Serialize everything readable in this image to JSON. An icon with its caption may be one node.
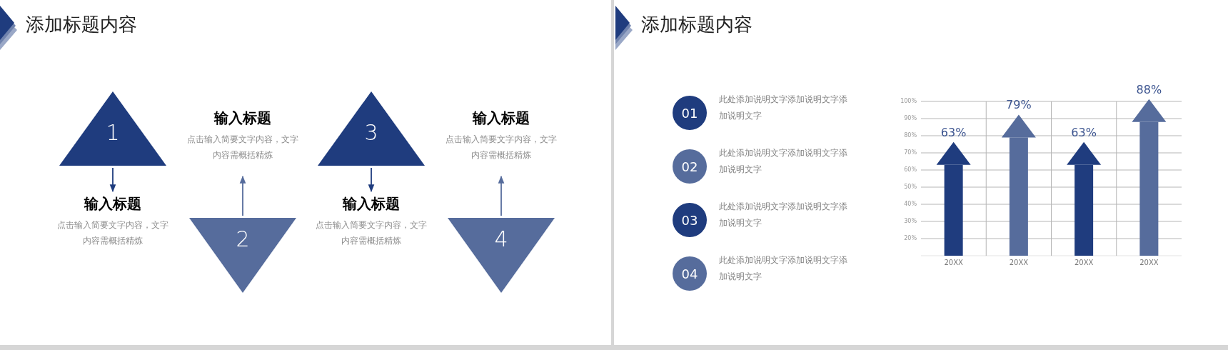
{
  "diagram": {
    "nodes": [
      {
        "text": [
          "1"
        ]
      },
      {
        "text": [
          "输入标题",
          "点击输入简要文字内容，文字内容需概括精炼"
        ]
      },
      {
        "text": [
          "2"
        ]
      },
      {
        "text": [
          "输入标题",
          "点击输入简要文字内容，文字内容需概括精炼"
        ]
      },
      {
        "text": [
          "3"
        ]
      },
      {
        "text": [
          "输入标题",
          "点击输入简要文字内容，文字内容需概括精炼"
        ]
      },
      {
        "text": [
          "4"
        ]
      },
      {
        "text": [
          "输入标题",
          "点击输入简要文字内容，文字内容需概括精炼"
        ]
      },
      {
        "text": [
          "01"
        ],
        "beside": [
          "此处添加说明文字添加说明文字添加说明文字"
        ]
      },
      {
        "text": [
          "02"
        ],
        "beside": [
          "此处添加说明文字添加说明文字添加说明文字"
        ]
      },
      {
        "text": [
          "03"
        ],
        "beside": [
          "此处添加说明文字添加说明文字添加说明文字"
        ]
      },
      {
        "text": [
          "04"
        ],
        "beside": [
          "此处添加说明文字添加说明文字添加说明文字"
        ]
      }
    ],
    "edges": [
      {
        "from": 0,
        "to": 1,
        "arrow": "to"
      },
      {
        "from": 2,
        "to": 3,
        "arrow": "to"
      },
      {
        "from": 4,
        "to": 5,
        "arrow": "to"
      },
      {
        "from": 6,
        "to": 7,
        "arrow": "to"
      }
    ],
    "labels": [
      "添加标题内容",
      "添加标题内容"
    ],
    "chart_data": {
      "type": "bar",
      "categories": [
        "20XX",
        "20XX",
        "20XX",
        "20XX"
      ],
      "series": [
        {
          "values": [
            63,
            79,
            63,
            88
          ]
        }
      ],
      "ylim": [
        10,
        100
      ],
      "grid": true,
      "yticks": [
        {
          "value": 20,
          "label": "20%"
        },
        {
          "value": 30,
          "label": "30%"
        },
        {
          "value": 40,
          "label": "40%"
        },
        {
          "value": 50,
          "label": "50%"
        },
        {
          "value": 60,
          "label": "60%"
        },
        {
          "value": 70,
          "label": "70%"
        },
        {
          "value": 80,
          "label": "80%"
        },
        {
          "value": 90,
          "label": "90%"
        },
        {
          "value": 100,
          "label": "100%"
        }
      ],
      "value_labels": [
        "63%",
        "79%",
        "63%",
        "88%"
      ]
    }
  }
}
